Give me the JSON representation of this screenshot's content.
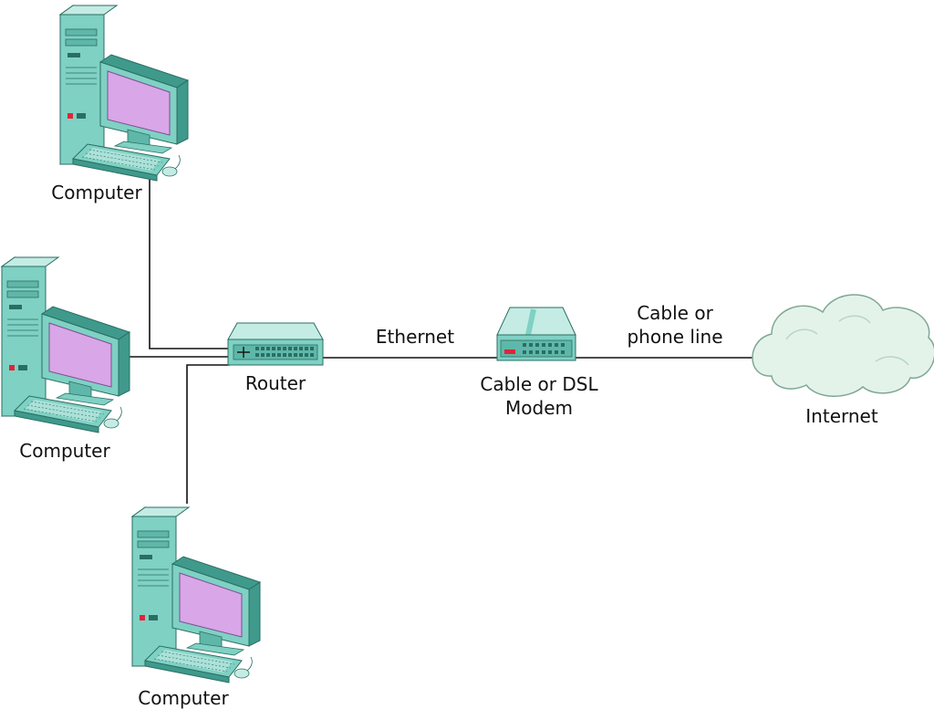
{
  "labels": {
    "computer_top": "Computer",
    "computer_middle": "Computer",
    "computer_bottom": "Computer",
    "router": "Router",
    "ethernet": "Ethernet",
    "modem_line1": "Cable or DSL",
    "modem_line2": "Modem",
    "line_line1": "Cable or",
    "line_line2": "phone line",
    "internet": "Internet"
  },
  "colors": {
    "device_teal": "#7fd1c3",
    "device_teal_dark": "#3f9a8c",
    "device_teal_light": "#c4ece4",
    "screen_purple": "#d9a6e8",
    "modem_led": "#e0243a",
    "cloud_fill": "#e4f3ea",
    "cloud_stroke": "#7fa894",
    "wire": "#111111"
  },
  "icons": {
    "computer": "desktop-computer-icon",
    "router": "router-icon",
    "modem": "modem-icon",
    "cloud": "cloud-icon"
  }
}
